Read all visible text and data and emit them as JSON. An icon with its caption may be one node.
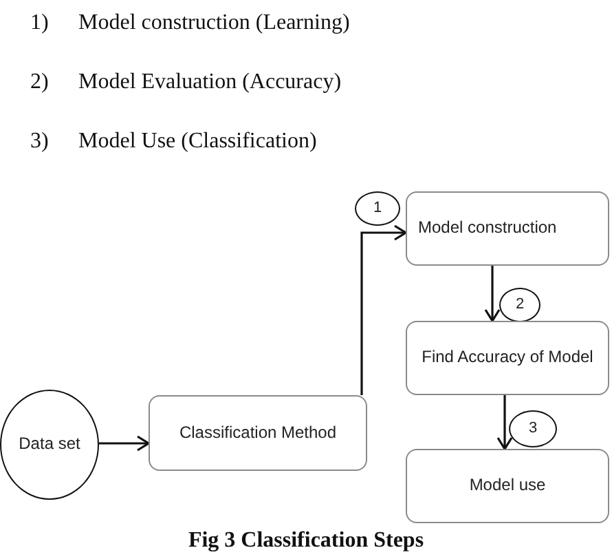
{
  "diagram": {
    "caption": "Fig 3 Classification Steps",
    "nodes": [
      {
        "text": [
          "Data set"
        ]
      },
      {
        "text": [
          "Classification Method"
        ]
      },
      {
        "text": [
          "1"
        ]
      },
      {
        "text": [
          "Model construction"
        ]
      },
      {
        "text": [
          "2"
        ]
      },
      {
        "text": [
          "Find Accuracy of Model"
        ]
      },
      {
        "text": [
          "3"
        ]
      },
      {
        "text": [
          "Model use"
        ]
      }
    ],
    "edges": [
      {
        "from": 0,
        "to": 1,
        "arrow": "to"
      },
      {
        "from": 1,
        "to": 3,
        "arrow": "to"
      },
      {
        "from": 3,
        "to": 5,
        "arrow": "to"
      },
      {
        "from": 5,
        "to": 7,
        "arrow": "to"
      }
    ],
    "labels": [
      "1)",
      "Model construction (Learning)",
      "2)",
      "Model Evaluation (Accuracy)",
      "3)",
      "Model Use (Classification)"
    ]
  }
}
